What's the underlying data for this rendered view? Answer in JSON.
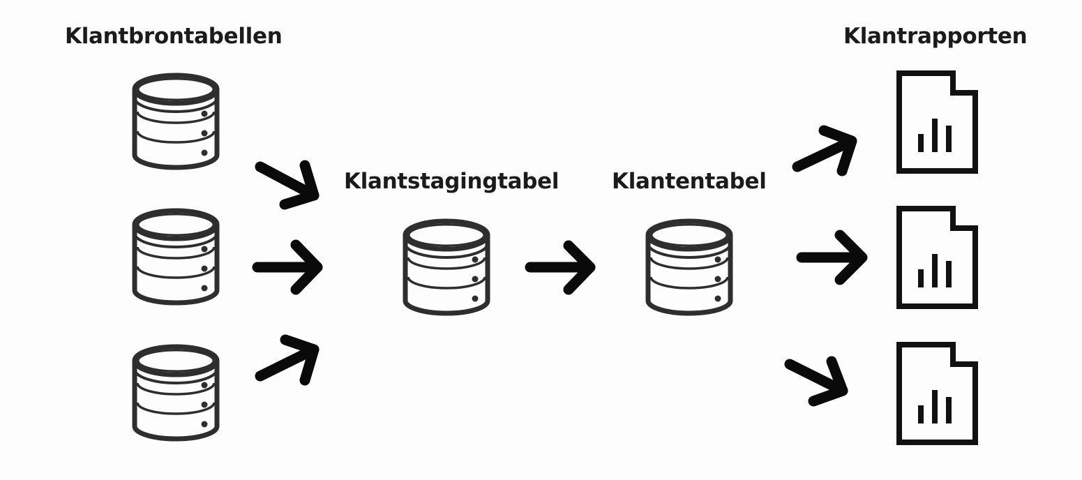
{
  "diagram": {
    "type": "data-lineage-flow",
    "colors": {
      "background": "#fdfdfd",
      "icon_stroke": "#2e2e2e",
      "report_stroke": "#111111",
      "arrow": "#0a0a0a",
      "text": "#1b1b1b"
    },
    "groups": {
      "sources": {
        "label": "Klantbrontabellen",
        "count": 3,
        "icon": "database-icon"
      },
      "staging": {
        "label": "Klantstagingtabel",
        "icon": "database-icon"
      },
      "customer_table": {
        "label": "Klantentabel",
        "icon": "database-icon"
      },
      "reports": {
        "label": "Klantrapporten",
        "count": 3,
        "icon": "bar-chart-report-icon"
      }
    },
    "edges": [
      {
        "from": "sources.1",
        "to": "staging"
      },
      {
        "from": "sources.2",
        "to": "staging"
      },
      {
        "from": "sources.3",
        "to": "staging"
      },
      {
        "from": "staging",
        "to": "customer_table"
      },
      {
        "from": "customer_table",
        "to": "reports.1"
      },
      {
        "from": "customer_table",
        "to": "reports.2"
      },
      {
        "from": "customer_table",
        "to": "reports.3"
      }
    ]
  }
}
